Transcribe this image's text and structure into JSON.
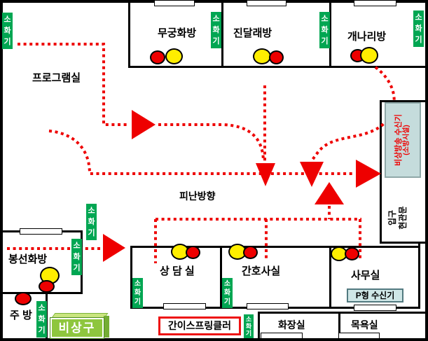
{
  "diagram": {
    "legend": {
      "extinguisher": "소화기",
      "evacuation_direction": "피난방향",
      "emergency_exit": "비상구",
      "sprinkler": "간이스프링클러",
      "p_type_receiver": "P형 수신기",
      "broadcast_receiver_line1": "비상방송 수신기",
      "broadcast_receiver_line2": "(소방시설)",
      "entrance_line1": "입구",
      "entrance_line2": "현관문"
    },
    "rooms": {
      "program": "프로그램실",
      "mugunghwa": "무궁화방",
      "jindallae": "진달래방",
      "gaenari": "개나리방",
      "bongseonhwa": "봉선화방",
      "kitchen": "주 방",
      "counseling": "상 담 실",
      "nurse": "간호사실",
      "office": "사무실",
      "toilet": "화장실",
      "bath": "목욕실"
    },
    "markers": {
      "mugunghwa": [
        "red",
        "yellow"
      ],
      "jindallae": [
        "yellow",
        "red"
      ],
      "gaenari": [
        "red",
        "yellow"
      ],
      "counseling": [
        "yellow",
        "red"
      ],
      "nurse": [
        "yellow",
        "red"
      ],
      "office": [
        "yellow",
        "red"
      ],
      "bongseonhwa": [
        "yellow",
        "red"
      ],
      "kitchen": [
        "red"
      ]
    },
    "colors": {
      "route_red": "#ee0000",
      "extinguisher_green": "#00a652",
      "marker_red": "#ee0000",
      "marker_yellow": "#ffee00",
      "receiver_box_fill": "#c5dcdc",
      "exit_green": "#8ec63e",
      "wall_black": "#000000"
    }
  }
}
